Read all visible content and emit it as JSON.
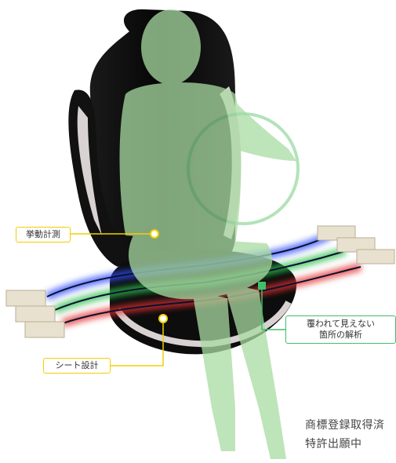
{
  "labels": {
    "motion_measurement": "挙動計測",
    "seat_design": "シート設計",
    "hidden_analysis_line1": "覆われて見えない",
    "hidden_analysis_line2": "箇所の解析"
  },
  "trademark": {
    "line1": "商標登録取得済",
    "line2": "特許出願中"
  },
  "colors": {
    "callout_yellow": "#f2cf00",
    "callout_green": "#3fbf6a",
    "ghost_figure": "#b8e3b0",
    "sensor_blue": "#3050ff",
    "sensor_green": "#2fbf4f",
    "sensor_red": "#e23030",
    "seat_dark": "#111111",
    "seat_light": "#d9d2d2"
  }
}
